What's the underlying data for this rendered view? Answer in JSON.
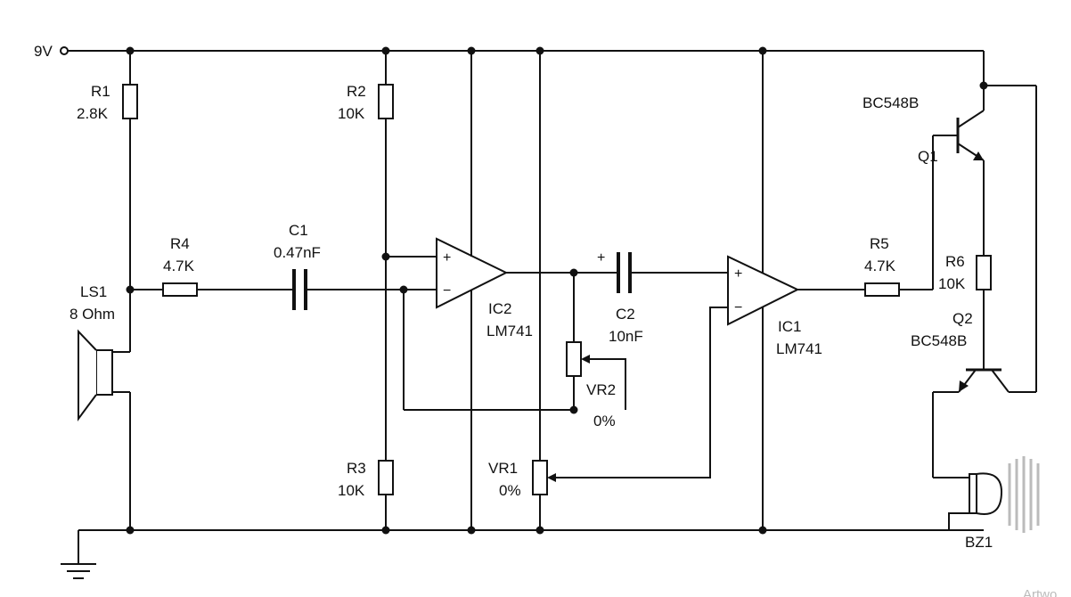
{
  "supply": {
    "label": "9V"
  },
  "components": {
    "R1": {
      "ref": "R1",
      "value": "2.8K"
    },
    "R2": {
      "ref": "R2",
      "value": "10K"
    },
    "R3": {
      "ref": "R3",
      "value": "10K"
    },
    "R4": {
      "ref": "R4",
      "value": "4.7K"
    },
    "R5": {
      "ref": "R5",
      "value": "4.7K"
    },
    "R6": {
      "ref": "R6",
      "value": "10K"
    },
    "C1": {
      "ref": "C1",
      "value": "0.47nF"
    },
    "C2": {
      "ref": "C2",
      "value": "10nF",
      "polarity": "+"
    },
    "LS1": {
      "ref": "LS1",
      "value": "8 Ohm"
    },
    "IC1": {
      "ref": "IC1",
      "value": "LM741"
    },
    "IC2": {
      "ref": "IC2",
      "value": "LM741"
    },
    "VR1": {
      "ref": "VR1",
      "value": "0%"
    },
    "VR2": {
      "ref": "VR2",
      "value": "0%"
    },
    "Q1": {
      "ref": "Q1",
      "value": "BC548B"
    },
    "Q2": {
      "ref": "Q2",
      "value": "BC548B"
    },
    "BZ1": {
      "ref": "BZ1"
    }
  },
  "opamp_pins": {
    "plus": "+",
    "minus": "−"
  },
  "watermark": "Artwo"
}
